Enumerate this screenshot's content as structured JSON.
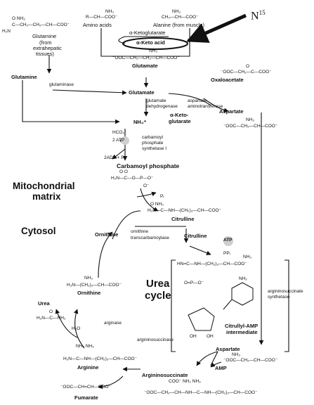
{
  "labels": {
    "glutamine_top": "Glutamine",
    "glutamine_note_1": "(from",
    "glutamine_note_2": "extrahepatic",
    "glutamine_note_3": "tissues)",
    "amino_acids": "Amino acids",
    "alanine": "Alanine (from muscle)",
    "alpha_ketoglutarate_top": "α-Ketoglutarate",
    "alpha_keto_acid": "α-Keto acid",
    "n15": "N",
    "n15_mass": "15",
    "glutamate_top": "Glutamate",
    "glutamine_mid": "Glutamine",
    "glutaminase": "glutaminase",
    "glutamate_mid": "Glutamate",
    "oxaloacetate": "Oxaloacetate",
    "glutamate_dehydrogenase_1": "glutamate",
    "glutamate_dehydrogenase_2": "dehydrogenase",
    "aspartate_aminotransferase_1": "aspartate",
    "aspartate_aminotransferase_2": "aminotransferase",
    "alpha_keto_glutarate_mid_1": "α-Keto-",
    "alpha_keto_glutarate_mid_2": "glutarate",
    "aspartate_mid": "Aspartate",
    "nh4": "NH₄⁺",
    "hco3": "HCO₃⁻",
    "two_atp": "2 ATP",
    "cps_1": "carbamoyl",
    "cps_2": "phosphate",
    "cps_3": "synthetase I",
    "two_adp": "2ADP + Pᵢ",
    "carbamoyl_phosphate": "Carbamoyl phosphate",
    "mitochondrial_1": "Mitochondrial",
    "mitochondrial_2": "matrix",
    "cytosol": "Cytosol",
    "pi": "Pᵢ",
    "ornithine_top": "Ornithine",
    "citrulline_top": "Citrulline",
    "otc_1": "ornithine",
    "otc_2": "transcarbamoylase",
    "citrulline_mid": "Citrulline",
    "atp": "ATP",
    "ppi": "PPᵢ",
    "ornithine_mid": "Ornithine",
    "urea_cycle_1": "Urea",
    "urea_cycle_2": "cycle",
    "citrullyl_amp_1": "Citrullyl-AMP",
    "citrullyl_amp_2": "intermediate",
    "argininosuccinate_synthetase_1": "argininosuccinate",
    "argininosuccinate_synthetase_2": "synthetase",
    "urea": "Urea",
    "h2o": "H₂O",
    "arginase": "arginase",
    "argininosuccinase": "argininosuccinase",
    "arginine": "Arginine",
    "aspartate_bottom": "Aspartate",
    "amp": "AMP",
    "argininosuccinate": "Argininosuccinate",
    "fumarate": "Fumarate"
  },
  "formulas": {
    "glutamine_struct_top": "O                        NH₃",
    "glutamine_struct": "C—CH₂—CH₂—CH—COO⁻",
    "h2n": "H₂N",
    "amino_acid_struct_top": "NH₃",
    "amino_acid_struct": "R—CH—COO⁻",
    "alanine_struct_top": "NH₃",
    "alanine_struct": "CH₃—CH—COO⁻",
    "glutamate_struct_top": "NH₃",
    "glutamate_struct": "⁻OOC—CH₂—CH₂—CH—COO⁻",
    "oxaloacetate_struct_top": "O",
    "oxaloacetate_struct": "⁻OOC—CH₂—C—COO⁻",
    "aspartate_struct_top": "NH₃",
    "aspartate_struct": "⁻OOC—CH₂—CH—COO⁻",
    "carbamoyl_struct_top": "O          O",
    "carbamoyl_struct": "H₂N—C—O—P—O⁻",
    "carbamoyl_struct_bottom": "O⁻",
    "citrulline_struct_top": "O                              NH₃",
    "citrulline_struct": "H₂N—C—NH—(CH₂)₃—CH—COO⁻",
    "citrullyl_struct_top": "NH₃",
    "citrullyl_struct": "HN=C—NH—(CH₂)₃—CH—COO⁻",
    "phosphate_struct": "O=P—O⁻",
    "nh2": "NH₂",
    "oh1": "OH",
    "oh2": "OH",
    "ornithine_struct_top": "NH₃",
    "ornithine_struct": "H₃N—(CH₂)₃—CH—COO⁻",
    "urea_struct_top": "O",
    "urea_struct": "H₂N—C—NH₂",
    "arginine_struct_top": "NH₂          NH₃",
    "arginine_struct": "H₂N—C—NH—(CH₂)₃—CH—COO⁻",
    "aspartate_bottom_struct_top": "NH₃",
    "aspartate_bottom_struct": "⁻OOC—CH₂—CH—COO⁻",
    "argininosuccinate_struct_top": "COO⁻   NH₂                        NH₃",
    "argininosuccinate_struct": "⁻OOC—CH₂—CH—NH—C—NH—(CH₂)₃—CH—COO⁻",
    "fumarate_struct": "⁻OOC—CH=CH—COO⁻"
  }
}
